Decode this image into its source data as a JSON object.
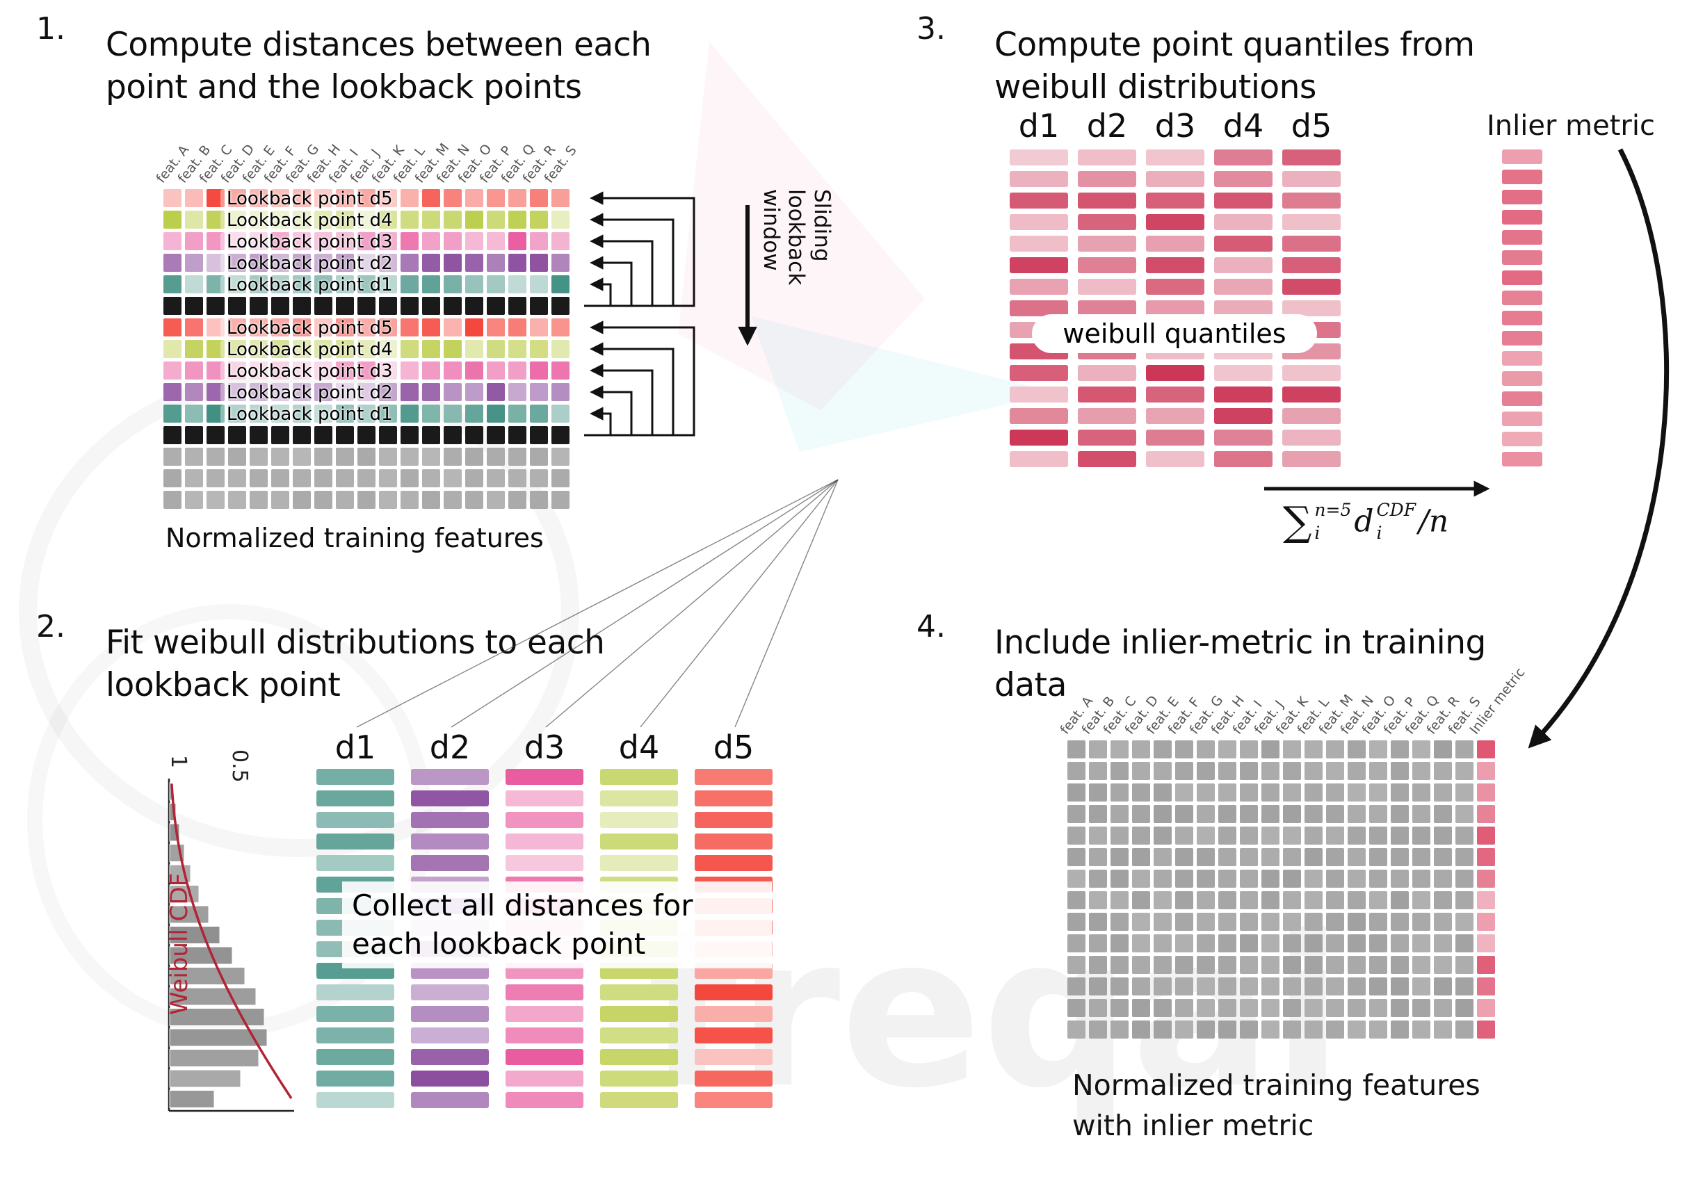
{
  "colors": {
    "d1_teal": "#3E8E81",
    "d2_purple": "#8C4F9F",
    "d3_pink": "#E8559B",
    "d4_lime": "#BCCD4A",
    "d5_red": "#F4473D",
    "black_row": "#1A1A1A",
    "gray_row": "#A9A9A9",
    "quantile_red": "#CC3556",
    "inlier_pink": "#DE5470",
    "grid_gray": "#A0A0A0",
    "cdf_red": "#B22335",
    "hist_gray": "#8F8F8F",
    "arrow_black": "#111111"
  },
  "features": [
    "feat. A",
    "feat. B",
    "feat. C",
    "feat. D",
    "feat. E",
    "feat. F",
    "feat. G",
    "feat. H",
    "feat. I",
    "feat. J",
    "feat. K",
    "feat. L",
    "feat. M",
    "feat. N",
    "feat. O",
    "feat. P",
    "feat. Q",
    "feat. R",
    "feat. S"
  ],
  "step1": {
    "number": "1.",
    "title_line1": "Compute distances between each",
    "title_line2": "point and the lookback points",
    "row_types": [
      "d5",
      "d4",
      "d3",
      "d2",
      "d1",
      "black",
      "d5",
      "d4",
      "d3",
      "d2",
      "d1",
      "black",
      "gray",
      "gray",
      "gray"
    ],
    "lookback_labels": [
      "Lookback point d5",
      "Lookback point d4",
      "Lookback point d3",
      "Lookback point d2",
      "Lookback point d1"
    ],
    "labeled_rows": [
      [
        0,
        0
      ],
      [
        1,
        1
      ],
      [
        2,
        2
      ],
      [
        3,
        3
      ],
      [
        4,
        4
      ],
      [
        6,
        0
      ],
      [
        7,
        1
      ],
      [
        8,
        2
      ],
      [
        9,
        3
      ],
      [
        10,
        4
      ]
    ],
    "sliding_window_label": "Sliding lookback window",
    "caption": "Normalized training features"
  },
  "step2": {
    "number": "2.",
    "title_line1": "Fit weibull distributions to each",
    "title_line2": "lookback point",
    "col_labels": [
      "d1",
      "d2",
      "d3",
      "d4",
      "d5"
    ],
    "bars_per_column": 16,
    "overlay_line1": "Collect all distances for",
    "overlay_line2": "each lookback point",
    "cdf_label": "Weibull CDF",
    "tick_labels": [
      "1",
      "0.5"
    ]
  },
  "step3": {
    "number": "3.",
    "title_line1": "Compute point quantiles from",
    "title_line2": "weibull distributions",
    "col_labels": [
      "d1",
      "d2",
      "d3",
      "d4",
      "d5"
    ],
    "bars_per_column": 15,
    "inlier_bars": 16,
    "overlay": "weibull quantiles",
    "inlier_label": "Inlier metric",
    "formula": {
      "sum": "∑",
      "sum_sup": "n=5",
      "sum_sub": "i",
      "var": "d",
      "var_sup": "CDF",
      "var_sub": "i",
      "tail": "/n"
    }
  },
  "step4": {
    "number": "4.",
    "title_line1": "Include inlier-metric in training",
    "title_line2": "data",
    "rows": 14,
    "inlier_col_label": "Inlier metric",
    "caption_line1": "Normalized training features",
    "caption_line2": "with inlier metric"
  },
  "watermark": "freqai"
}
